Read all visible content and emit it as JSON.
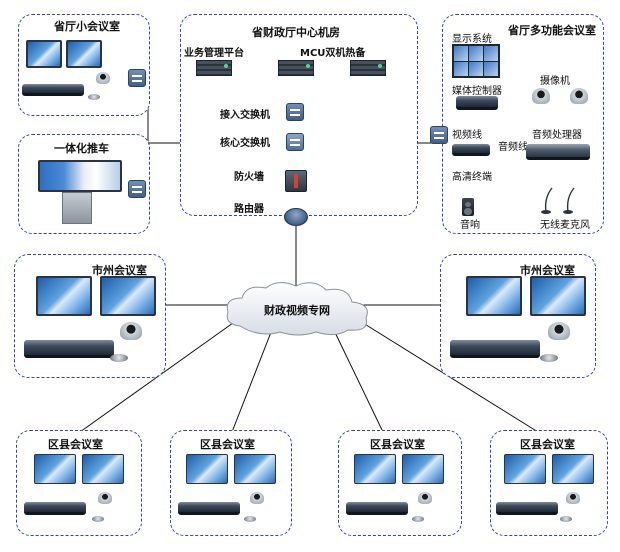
{
  "center": {
    "title": "省财政厅中心机房",
    "platform": "业务管理平台",
    "mcu": "MCU双机热备",
    "access_switch": "接入交换机",
    "core_switch": "核心交换机",
    "firewall": "防火墙",
    "router": "路由器"
  },
  "small_room": {
    "title": "省厅小会议室"
  },
  "cart": {
    "title": "一体化推车"
  },
  "multi_room": {
    "title": "省厅多功能会议室",
    "display_system": "显示系统",
    "media_controller": "媒体控制器",
    "camera": "摄像机",
    "video_line": "视频线",
    "audio_line": "音频线",
    "audio_processor": "音频处理器",
    "hd_terminal": "高清终端",
    "speaker": "音响",
    "wireless_mic": "无线麦克风"
  },
  "cloud": {
    "label": "财政视频专网"
  },
  "city_rooms": [
    {
      "title": "市州会议室"
    },
    {
      "title": "市州会议室"
    }
  ],
  "county_rooms": [
    {
      "title": "区县会议室"
    },
    {
      "title": "区县会议室"
    },
    {
      "title": "区县会议室"
    },
    {
      "title": "区县会议室"
    }
  ],
  "colors": {
    "border": "#2f3fd0",
    "line": "#111111",
    "blue_line": "#3a63c4"
  }
}
